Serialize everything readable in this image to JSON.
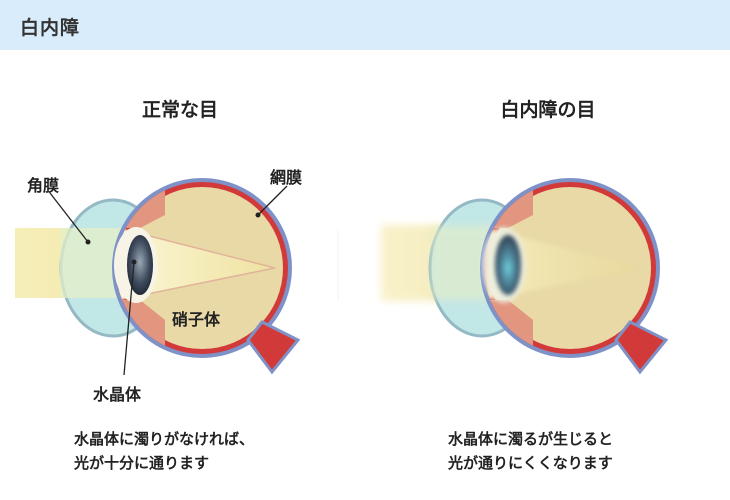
{
  "header": {
    "title": "白内障"
  },
  "left_panel": {
    "title": "正常な目",
    "labels": {
      "cornea": "角膜",
      "retina": "網膜",
      "vitreous": "硝子体",
      "lens": "水晶体"
    },
    "caption": [
      "水晶体に濁りがなければ、",
      "光が十分に通ります"
    ]
  },
  "right_panel": {
    "title": "白内障の目",
    "caption": [
      "水晶体に濁るが生じると",
      "光が通りにくくなります"
    ]
  },
  "colors": {
    "header_bg": "#d9ecfb",
    "eye_interior": "#e8d9a6",
    "sclera_outline": "#7f92c8",
    "retina_red": "#d23a3a",
    "cornea": "#bfe6e6",
    "light_beam": "#f6eeb8",
    "iris_pink": "#e2957f"
  }
}
